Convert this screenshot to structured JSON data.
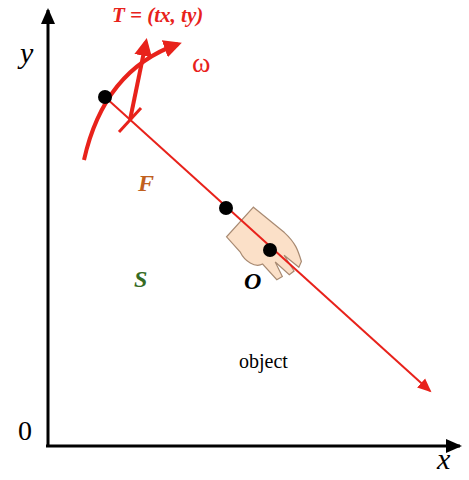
{
  "diagram": {
    "nodes": [
      {
        "text": [
          "F"
        ]
      },
      {
        "text": [
          "S"
        ]
      },
      {
        "text": [
          "object"
        ]
      }
    ],
    "labels": [
      "y",
      "T = (tx, ty)",
      "ω",
      "O",
      "0",
      "x"
    ]
  }
}
